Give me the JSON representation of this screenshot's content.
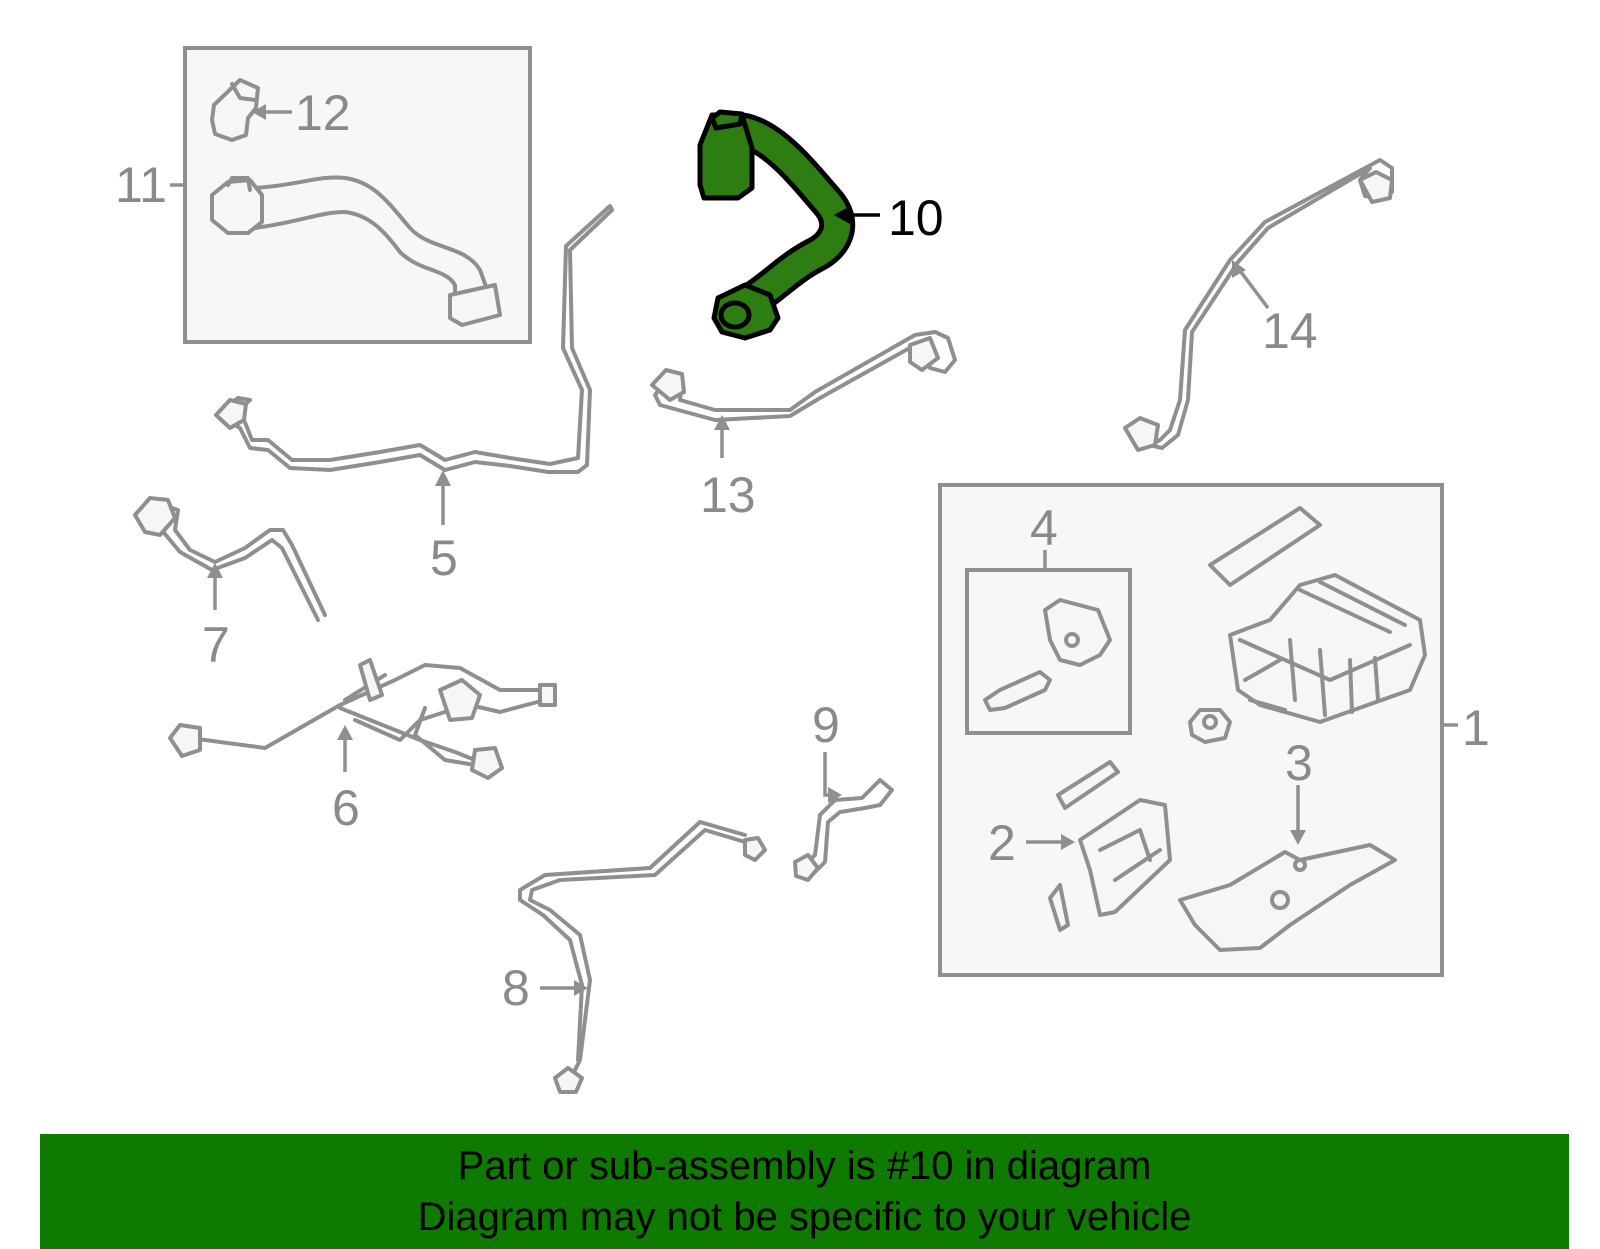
{
  "diagram": {
    "highlight_color": "#2e7d12",
    "part_color": "#8f8f8f",
    "highlighted_part": "10",
    "callouts": [
      {
        "id": "1",
        "label": "1"
      },
      {
        "id": "2",
        "label": "2"
      },
      {
        "id": "3",
        "label": "3"
      },
      {
        "id": "4",
        "label": "4"
      },
      {
        "id": "5",
        "label": "5"
      },
      {
        "id": "6",
        "label": "6"
      },
      {
        "id": "7",
        "label": "7"
      },
      {
        "id": "8",
        "label": "8"
      },
      {
        "id": "9",
        "label": "9"
      },
      {
        "id": "10",
        "label": "10"
      },
      {
        "id": "11",
        "label": "11"
      },
      {
        "id": "12",
        "label": "12"
      },
      {
        "id": "13",
        "label": "13"
      },
      {
        "id": "14",
        "label": "14"
      }
    ]
  },
  "banner": {
    "background_color": "#0e7a00",
    "line1": "Part or sub-assembly is #10 in diagram",
    "line2": "Diagram may not be specific to your vehicle"
  }
}
